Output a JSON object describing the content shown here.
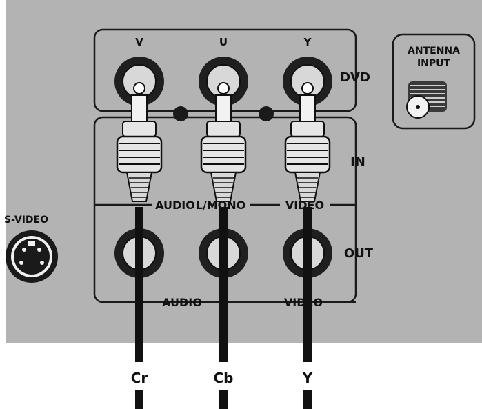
{
  "colors": {
    "panel": "#b3b3b3",
    "outline": "#1a1a1a",
    "jack_ring": "#2b2b2b",
    "plug_body": "#e6e6e6",
    "cable": "#111111"
  },
  "panel": {
    "dvd_jacks": {
      "v_label": "V",
      "u_label": "U",
      "y_label": "Y",
      "group_label": "DVD"
    },
    "antenna": {
      "label_line1": "ANTENNA",
      "label_line2": "INPUT"
    },
    "in_label": "IN",
    "out_label": "OUT",
    "in_row": {
      "audio_label": "AUDIO",
      "lmono_label": "L/MONO",
      "video_label": "VIDEO"
    },
    "out_row": {
      "audio_label": "AUDIO",
      "video_label": "VIDEO"
    },
    "svideo_label": "S-VIDEO"
  },
  "cables": [
    {
      "name": "cr",
      "label": "Cr"
    },
    {
      "name": "cb",
      "label": "Cb"
    },
    {
      "name": "y",
      "label": "Y"
    }
  ],
  "icons": [
    "rca-jack-icon",
    "rca-plug-icon",
    "coax-connector-icon",
    "svideo-port-icon"
  ]
}
